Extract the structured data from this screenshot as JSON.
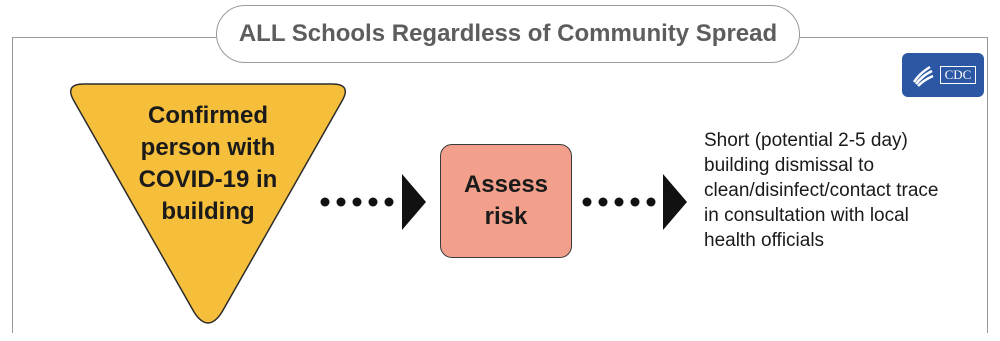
{
  "header": {
    "title": "ALL Schools Regardless of Community Spread"
  },
  "logo": {
    "text": "CDC",
    "icon": "hhs-eagle-icon",
    "color": "#2b57a4"
  },
  "diagram": {
    "trigger": {
      "lines": [
        "Confirmed",
        "person with",
        "COVID-19 in",
        "building"
      ],
      "color": "#f5bf3c"
    },
    "step": {
      "lines": [
        "Assess",
        "risk"
      ],
      "color": "#f2a08b"
    },
    "outcome": {
      "lines": [
        "Short (potential 2-5 day)",
        "building dismissal to",
        "clean/disinfect/contact trace",
        "in consultation with local",
        "health officials"
      ]
    }
  }
}
